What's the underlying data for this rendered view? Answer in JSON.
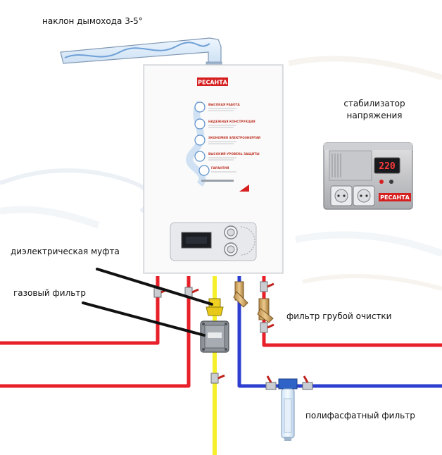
{
  "labels": {
    "chimney_slope": "наклон дымохода 3-5°",
    "stabilizer_line1": "стабилизатор",
    "stabilizer_line2": "напряжения",
    "dielectric_coupling": "диэлектрическая муфта",
    "gas_filter": "газовый фильтр",
    "coarse_filter": "фильтр грубой очистки",
    "polyphosphate_filter": "полифасфатный фильтр"
  },
  "boiler": {
    "brand": "РЕСАНТА",
    "features": [
      "ВЫСОКАЯ РАБОТА",
      "НАДЕЖНАЯ КОНСТРУКЦИЯ",
      "ЭКОНОМИЯ ЭЛЕКТРОЭНЕРГИИ",
      "ВЫСОКИЙ УРОВЕНЬ ЗАЩИТЫ",
      "ГАРАНТИЯ"
    ]
  },
  "stabilizer": {
    "brand": "РЕСАНТА",
    "display_value": "220"
  },
  "colors": {
    "hot_pipe": "#e8202a",
    "cold_pipe": "#2d3fd0",
    "gas_pipe": "#f6f02a",
    "brand_red": "#d62020",
    "pointer_line": "#111111"
  }
}
